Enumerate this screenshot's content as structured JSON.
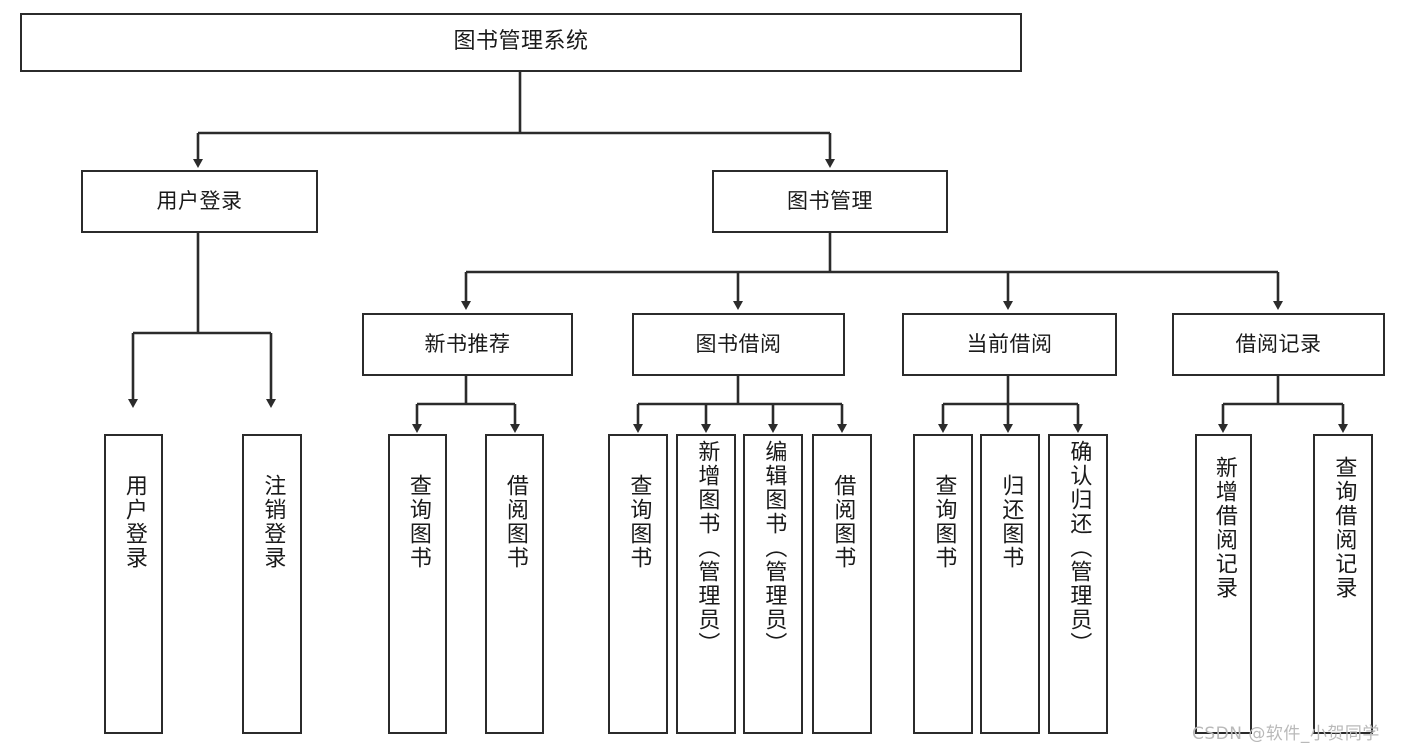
{
  "diagram": {
    "title": "图书管理系统",
    "type": "tree-hierarchy",
    "watermark": "CSDN @软件_小贺同学",
    "colors": {
      "stroke": "#2b2b2b",
      "fill": "#ffffff",
      "text": "#1a1a1a",
      "watermark": "#b9b9b9"
    },
    "nodes": {
      "root": {
        "label": "图书管理系统"
      },
      "level2": [
        {
          "id": "user-login",
          "label": "用户登录"
        },
        {
          "id": "book-management",
          "label": "图书管理"
        }
      ],
      "level3": [
        {
          "id": "new-book-recommend",
          "label": "新书推荐"
        },
        {
          "id": "book-borrow",
          "label": "图书借阅"
        },
        {
          "id": "current-borrow",
          "label": "当前借阅"
        },
        {
          "id": "borrow-record",
          "label": "借阅记录"
        }
      ],
      "leaves": {
        "user-login": [
          {
            "id": "leaf-user-login",
            "label": "用户登录"
          },
          {
            "id": "leaf-logout-login",
            "label": "注销登录"
          }
        ],
        "new-book-recommend": [
          {
            "id": "leaf-query-book-1",
            "label": "查询图书"
          },
          {
            "id": "leaf-borrow-book-1",
            "label": "借阅图书"
          }
        ],
        "book-borrow": [
          {
            "id": "leaf-query-book-2",
            "label": "查询图书"
          },
          {
            "id": "leaf-add-book-admin",
            "label": "新增图书（管理员）"
          },
          {
            "id": "leaf-edit-book-admin",
            "label": "编辑图书（管理员）"
          },
          {
            "id": "leaf-borrow-book-2",
            "label": "借阅图书"
          }
        ],
        "current-borrow": [
          {
            "id": "leaf-query-book-3",
            "label": "查询图书"
          },
          {
            "id": "leaf-return-book",
            "label": "归还图书"
          },
          {
            "id": "leaf-confirm-return-admin",
            "label": "确认归还（管理员）"
          }
        ],
        "borrow-record": [
          {
            "id": "leaf-add-borrow-record",
            "label": "新增借阅记录"
          },
          {
            "id": "leaf-query-borrow-record",
            "label": "查询借阅记录"
          }
        ]
      }
    }
  }
}
